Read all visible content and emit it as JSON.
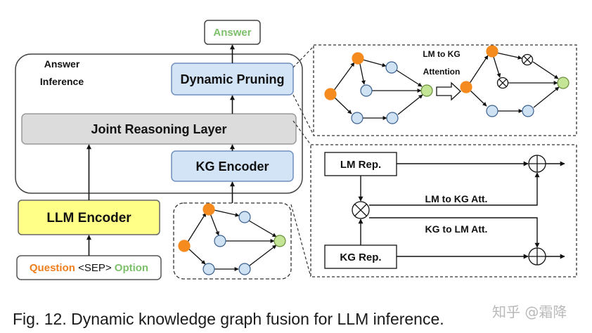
{
  "diagram": {
    "answer": "Answer",
    "answer_inference": [
      "Answer",
      "Inference"
    ],
    "dynamic_pruning": "Dynamic Pruning",
    "joint_reasoning": "Joint Reasoning Layer",
    "kg_encoder": "KG Encoder",
    "llm_encoder": "LLM Encoder",
    "input": {
      "question": "Question",
      "sep": " <SEP> ",
      "option": "Option"
    },
    "lm_to_kg_attention": [
      "LM to KG",
      "Attention"
    ],
    "lm_rep": "LM Rep.",
    "kg_rep": "KG Rep.",
    "lm_to_kg_att": "LM to KG Att.",
    "kg_to_lm_att": "KG to LM Att."
  },
  "caption": "Fig. 12. Dynamic knowledge graph fusion for LLM inference.",
  "watermark": "知乎 @霜降",
  "colors": {
    "answer_text": "#7cc06a",
    "question_text": "#f07e1d",
    "option_text": "#7cc06a",
    "blue_box": "#d3e4f7",
    "blue_stroke": "#6f8fbf",
    "gray_box": "#dcdcdc",
    "yellow_box": "#ffff88",
    "orange_node": "#f58a1f",
    "blue_node": "#cfe2f3",
    "green_node": "#c4e596"
  }
}
